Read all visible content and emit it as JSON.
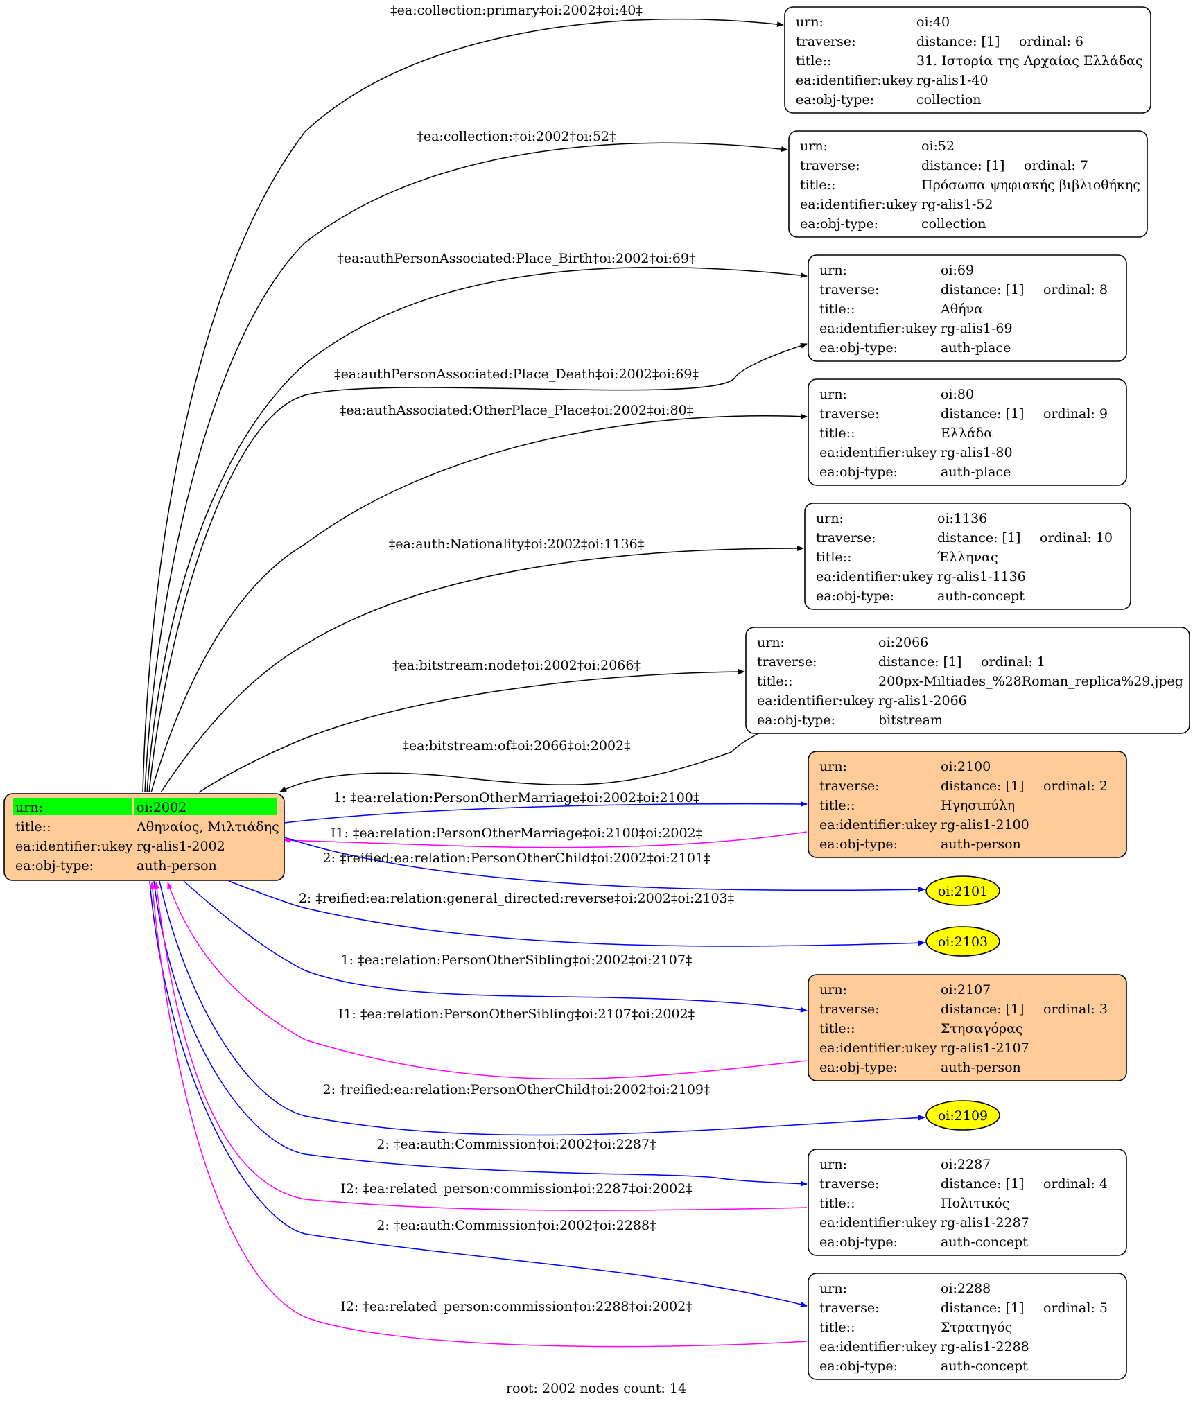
{
  "colors": {
    "black": "#000000",
    "blue": "#0000ff",
    "magenta": "#ff00ff",
    "node_fill_white": "#ffffff",
    "node_fill_person": "#ffcc99",
    "ellipse_fill": "#ffff00",
    "root_highlight": "#00ff00"
  },
  "root": {
    "rows": [
      {
        "key": "urn:",
        "value": "oi:2002"
      },
      {
        "key": "title::",
        "value": "Αθηναίος, Μιλτιάδης"
      },
      {
        "key": "ea:identifier:ukey",
        "value": "rg-alis1-2002"
      },
      {
        "key": "ea:obj-type:",
        "value": "auth-person"
      }
    ]
  },
  "nodes": [
    {
      "id": "n40",
      "fill": "white",
      "urn": "oi:40",
      "distance": "distance: [1]",
      "ordinal": "ordinal: 6",
      "title": "31. Ιστορία της Αρχαίας Ελλάδας",
      "ukey": "rg-alis1-40",
      "type": "collection"
    },
    {
      "id": "n52",
      "fill": "white",
      "urn": "oi:52",
      "distance": "distance: [1]",
      "ordinal": "ordinal: 7",
      "title": "Πρόσωπα ψηφιακής βιβλιοθήκης",
      "ukey": "rg-alis1-52",
      "type": "collection"
    },
    {
      "id": "n69",
      "fill": "white",
      "urn": "oi:69",
      "distance": "distance: [1]",
      "ordinal": "ordinal: 8",
      "title": "Αθήνα",
      "ukey": "rg-alis1-69",
      "type": "auth-place"
    },
    {
      "id": "n80",
      "fill": "white",
      "urn": "oi:80",
      "distance": "distance: [1]",
      "ordinal": "ordinal: 9",
      "title": "Ελλάδα",
      "ukey": "rg-alis1-80",
      "type": "auth-place"
    },
    {
      "id": "n1136",
      "fill": "white",
      "urn": "oi:1136",
      "distance": "distance: [1]",
      "ordinal": "ordinal: 10",
      "title": "Έλληνας",
      "ukey": "rg-alis1-1136",
      "type": "auth-concept"
    },
    {
      "id": "n2066",
      "fill": "white",
      "urn": "oi:2066",
      "distance": "distance: [1]",
      "ordinal": "ordinal: 1",
      "title": "200px-Miltiades_%28Roman_replica%29.jpeg",
      "ukey": "rg-alis1-2066",
      "type": "bitstream"
    },
    {
      "id": "n2100",
      "fill": "person",
      "urn": "oi:2100",
      "distance": "distance: [1]",
      "ordinal": "ordinal: 2",
      "title": "Ηγησιπύλη",
      "ukey": "rg-alis1-2100",
      "type": "auth-person"
    },
    {
      "id": "n2107",
      "fill": "person",
      "urn": "oi:2107",
      "distance": "distance: [1]",
      "ordinal": "ordinal: 3",
      "title": "Στησαγόρας",
      "ukey": "rg-alis1-2107",
      "type": "auth-person"
    },
    {
      "id": "n2287",
      "fill": "white",
      "urn": "oi:2287",
      "distance": "distance: [1]",
      "ordinal": "ordinal: 4",
      "title": "Πολιτικός",
      "ukey": "rg-alis1-2287",
      "type": "auth-concept"
    },
    {
      "id": "n2288",
      "fill": "white",
      "urn": "oi:2288",
      "distance": "distance: [1]",
      "ordinal": "ordinal: 5",
      "title": "Στρατηγός",
      "ukey": "rg-alis1-2288",
      "type": "auth-concept"
    }
  ],
  "row_keys": {
    "urn": "urn:",
    "traverse": "traverse:",
    "title": "title::",
    "ukey": "ea:identifier:ukey",
    "type": "ea:obj-type:"
  },
  "ellipses": [
    {
      "id": "e2101",
      "label": "oi:2101"
    },
    {
      "id": "e2103",
      "label": "oi:2103"
    },
    {
      "id": "e2109",
      "label": "oi:2109"
    }
  ],
  "edges": [
    {
      "id": "ed1",
      "color": "black",
      "label": "‡ea:collection:primary‡oi:2002‡oi:40‡"
    },
    {
      "id": "ed2",
      "color": "black",
      "label": "‡ea:collection:‡oi:2002‡oi:52‡"
    },
    {
      "id": "ed3",
      "color": "black",
      "label": "‡ea:authPersonAssociated:Place_Birth‡oi:2002‡oi:69‡"
    },
    {
      "id": "ed4",
      "color": "black",
      "label": "‡ea:authPersonAssociated:Place_Death‡oi:2002‡oi:69‡"
    },
    {
      "id": "ed5",
      "color": "black",
      "label": "‡ea:authAssociated:OtherPlace_Place‡oi:2002‡oi:80‡"
    },
    {
      "id": "ed6",
      "color": "black",
      "label": "‡ea:auth:Nationality‡oi:2002‡oi:1136‡"
    },
    {
      "id": "ed7",
      "color": "black",
      "label": "‡ea:bitstream:node‡oi:2002‡oi:2066‡"
    },
    {
      "id": "ed8",
      "color": "black",
      "label": "‡ea:bitstream:of‡oi:2066‡oi:2002‡"
    },
    {
      "id": "ed9",
      "color": "blue",
      "label": "1: ‡ea:relation:PersonOtherMarriage‡oi:2002‡oi:2100‡"
    },
    {
      "id": "ed10",
      "color": "magenta",
      "label": "I1: ‡ea:relation:PersonOtherMarriage‡oi:2100‡oi:2002‡"
    },
    {
      "id": "ed11",
      "color": "blue",
      "label": "2: ‡reified:ea:relation:PersonOtherChild‡oi:2002‡oi:2101‡"
    },
    {
      "id": "ed12",
      "color": "blue",
      "label": "2: ‡reified:ea:relation:general_directed:reverse‡oi:2002‡oi:2103‡"
    },
    {
      "id": "ed13",
      "color": "blue",
      "label": "1: ‡ea:relation:PersonOtherSibling‡oi:2002‡oi:2107‡"
    },
    {
      "id": "ed14",
      "color": "magenta",
      "label": "I1: ‡ea:relation:PersonOtherSibling‡oi:2107‡oi:2002‡"
    },
    {
      "id": "ed15",
      "color": "blue",
      "label": "2: ‡reified:ea:relation:PersonOtherChild‡oi:2002‡oi:2109‡"
    },
    {
      "id": "ed16",
      "color": "blue",
      "label": "2: ‡ea:auth:Commission‡oi:2002‡oi:2287‡"
    },
    {
      "id": "ed17",
      "color": "magenta",
      "label": "I2: ‡ea:related_person:commission‡oi:2287‡oi:2002‡"
    },
    {
      "id": "ed18",
      "color": "blue",
      "label": "2: ‡ea:auth:Commission‡oi:2002‡oi:2288‡"
    },
    {
      "id": "ed19",
      "color": "magenta",
      "label": "I2: ‡ea:related_person:commission‡oi:2288‡oi:2002‡"
    }
  ],
  "footer": "root: 2002 nodes count: 14"
}
